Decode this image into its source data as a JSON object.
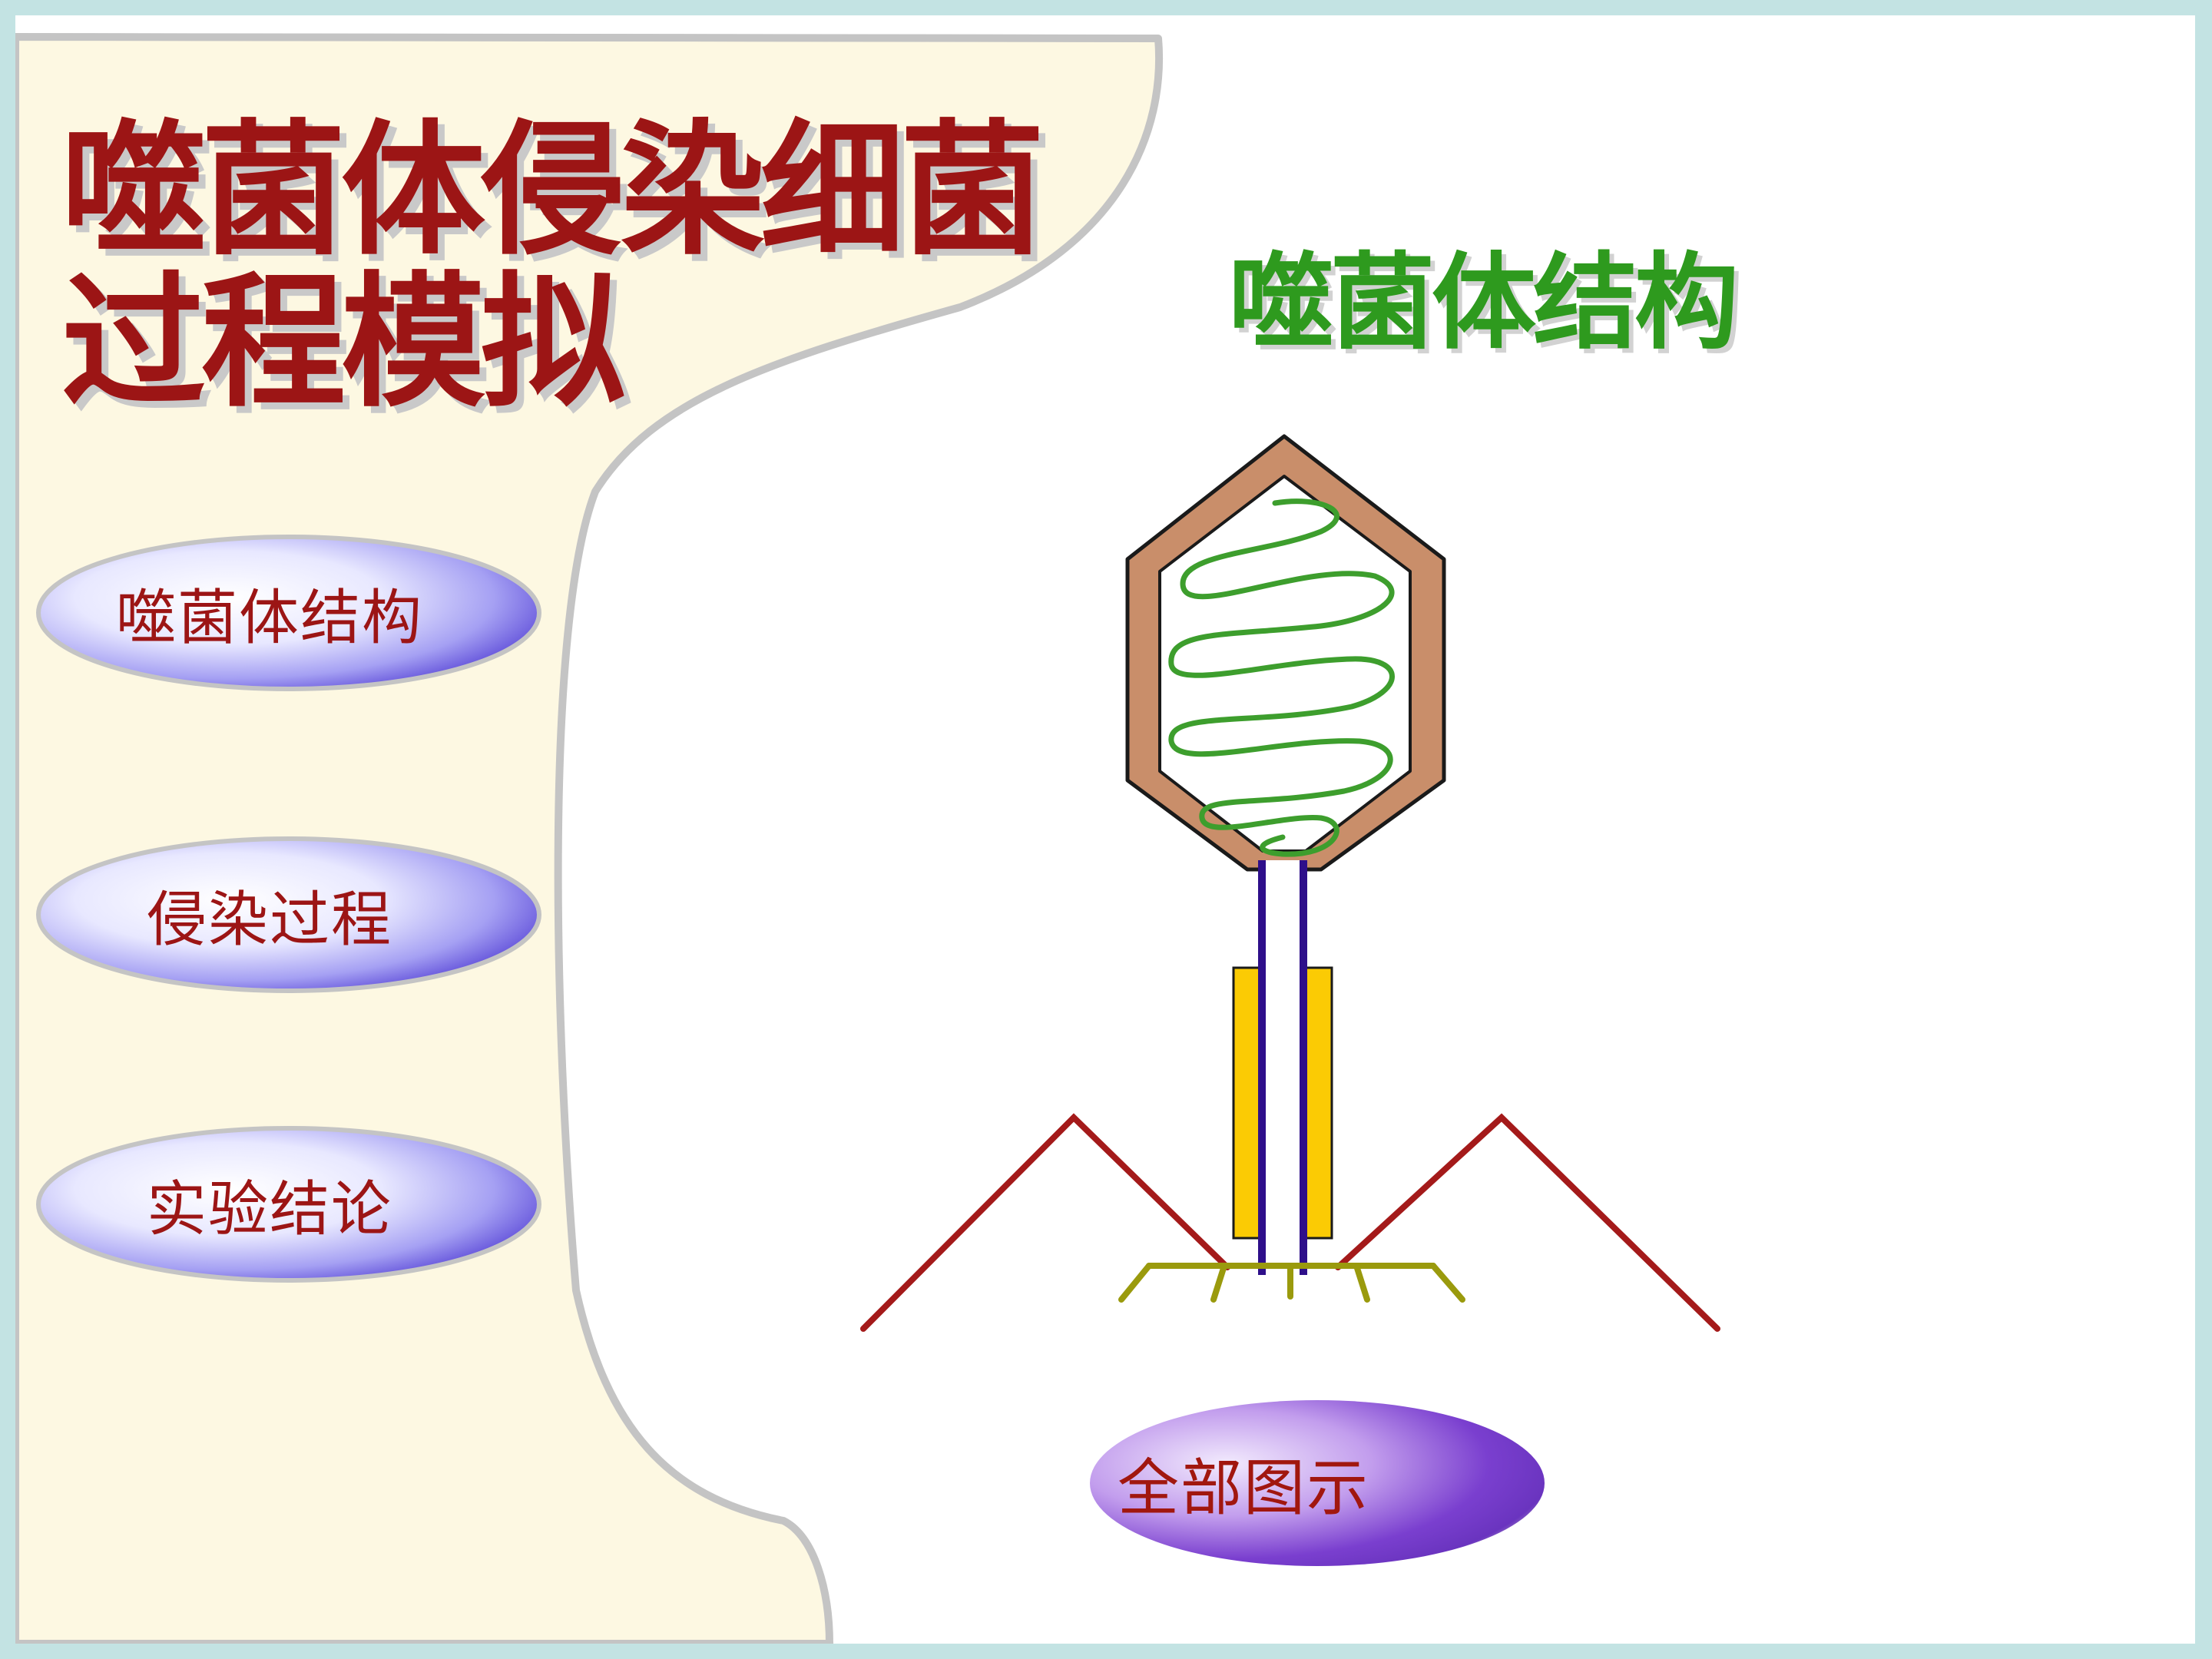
{
  "title": "噬菌体侵染细菌过程模拟",
  "section_title": "噬菌体结构",
  "nav_buttons": [
    {
      "label": "噬菌体结构"
    },
    {
      "label": "侵染过程"
    },
    {
      "label": "实验结论"
    }
  ],
  "all_button": {
    "label": "全部图示"
  },
  "colors": {
    "background_border": "#c3e3e3",
    "panel_fill": "#fdf8e2",
    "panel_outline": "#c4c4c4",
    "title_red": "#9c1515",
    "section_green": "#2e9a1e",
    "capsid_brown": "#c98e6a",
    "dna_green": "#3d9e2d",
    "tail_tube_blue": "#2e0f8a",
    "tail_sheath_yellow": "#fbcb04",
    "tail_fiber_red": "#a41a1a",
    "base_plate_olive": "#9a9a0d",
    "button_violet": "#5d4bd8"
  },
  "icons": [
    "phage-diagram"
  ]
}
